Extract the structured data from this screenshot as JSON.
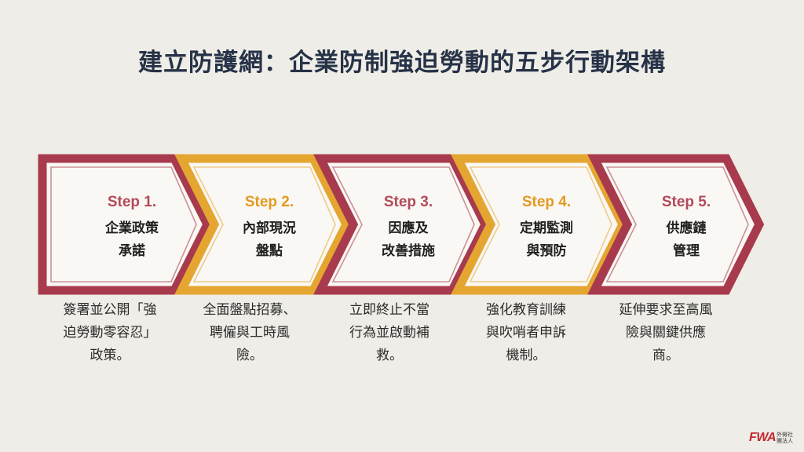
{
  "title": "建立防護網：企業防制強迫勞動的五步行動架構",
  "colors": {
    "crimson": "#a83a4d",
    "amber": "#e5a531",
    "background": "#efede7",
    "chevron_fill": "#faf8f4",
    "title_text": "#263247"
  },
  "steps": [
    {
      "label": "Step 1.",
      "name_line1": "企業政策",
      "name_line2": "承諾",
      "desc_line1": "簽署並公開「強",
      "desc_line2": "迫勞動零容忍」",
      "desc_line3": "政策。",
      "color": "#a83a4d"
    },
    {
      "label": "Step 2.",
      "name_line1": "內部現況",
      "name_line2": "盤點",
      "desc_line1": "全面盤點招募、",
      "desc_line2": "聘僱與工時風",
      "desc_line3": "險。",
      "color": "#e5a531"
    },
    {
      "label": "Step 3.",
      "name_line1": "因應及",
      "name_line2": "改善措施",
      "desc_line1": "立即終止不當",
      "desc_line2": "行為並啟動補",
      "desc_line3": "救。",
      "color": "#a83a4d"
    },
    {
      "label": "Step 4.",
      "name_line1": "定期監測",
      "name_line2": "與預防",
      "desc_line1": "強化教育訓練",
      "desc_line2": "與吹哨者申訴",
      "desc_line3": "機制。",
      "color": "#e5a531"
    },
    {
      "label": "Step 5.",
      "name_line1": "供應鏈",
      "name_line2": "管理",
      "desc_line1": "延伸要求至高風",
      "desc_line2": "險與關鍵供應",
      "desc_line3": "商。",
      "color": "#a83a4d"
    }
  ],
  "logo": {
    "brand": "FWA",
    "sub_line1": "外勞社",
    "sub_line2": "團法人"
  }
}
